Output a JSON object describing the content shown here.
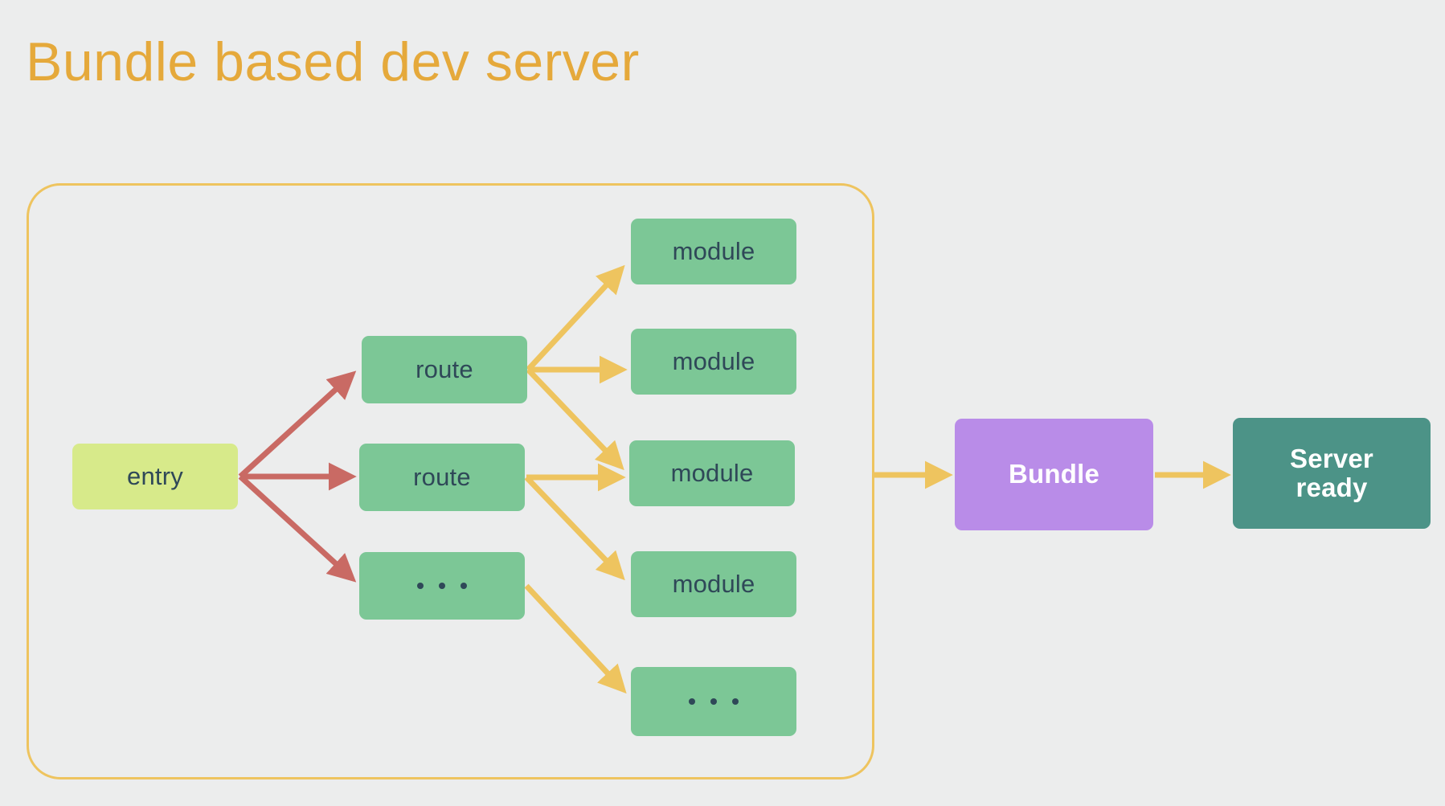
{
  "page": {
    "title": "Bundle based dev server",
    "background_color": "#eceded"
  },
  "colors": {
    "title": "#e5a93b",
    "container_border": "#eec45f",
    "entry_fill": "#d7ea8a",
    "node_fill": "#7cc796",
    "bundle_fill": "#b98ce8",
    "server_fill": "#4c9387",
    "text_dark": "#2f4858",
    "text_light": "#ffffff",
    "arrow_red": "#c96a64",
    "arrow_amber": "#eec45f"
  },
  "diagram": {
    "type": "flow",
    "container_label": "bundle-graph",
    "nodes": {
      "entry": {
        "label": "entry"
      },
      "routes": [
        {
          "label": "route"
        },
        {
          "label": "route"
        },
        {
          "label": "..."
        }
      ],
      "modules": [
        {
          "label": "module"
        },
        {
          "label": "module"
        },
        {
          "label": "module"
        },
        {
          "label": "module"
        },
        {
          "label": "..."
        }
      ],
      "bundle": {
        "label": "Bundle"
      },
      "server": {
        "label": "Server\nready",
        "line1": "Server",
        "line2": "ready"
      }
    },
    "edges": [
      {
        "from": "entry",
        "to": "route-1",
        "color": "#c96a64"
      },
      {
        "from": "entry",
        "to": "route-2",
        "color": "#c96a64"
      },
      {
        "from": "entry",
        "to": "route-ellipsis",
        "color": "#c96a64"
      },
      {
        "from": "route-1",
        "to": "module-1",
        "color": "#eec45f"
      },
      {
        "from": "route-1",
        "to": "module-2",
        "color": "#eec45f"
      },
      {
        "from": "route-1",
        "to": "module-3",
        "color": "#eec45f"
      },
      {
        "from": "route-2",
        "to": "module-3",
        "color": "#eec45f"
      },
      {
        "from": "route-2",
        "to": "module-4",
        "color": "#eec45f"
      },
      {
        "from": "route-ellipsis",
        "to": "module-ellipsis",
        "color": "#eec45f"
      },
      {
        "from": "bundle-graph",
        "to": "bundle",
        "color": "#eec45f"
      },
      {
        "from": "bundle",
        "to": "server",
        "color": "#eec45f"
      }
    ]
  }
}
